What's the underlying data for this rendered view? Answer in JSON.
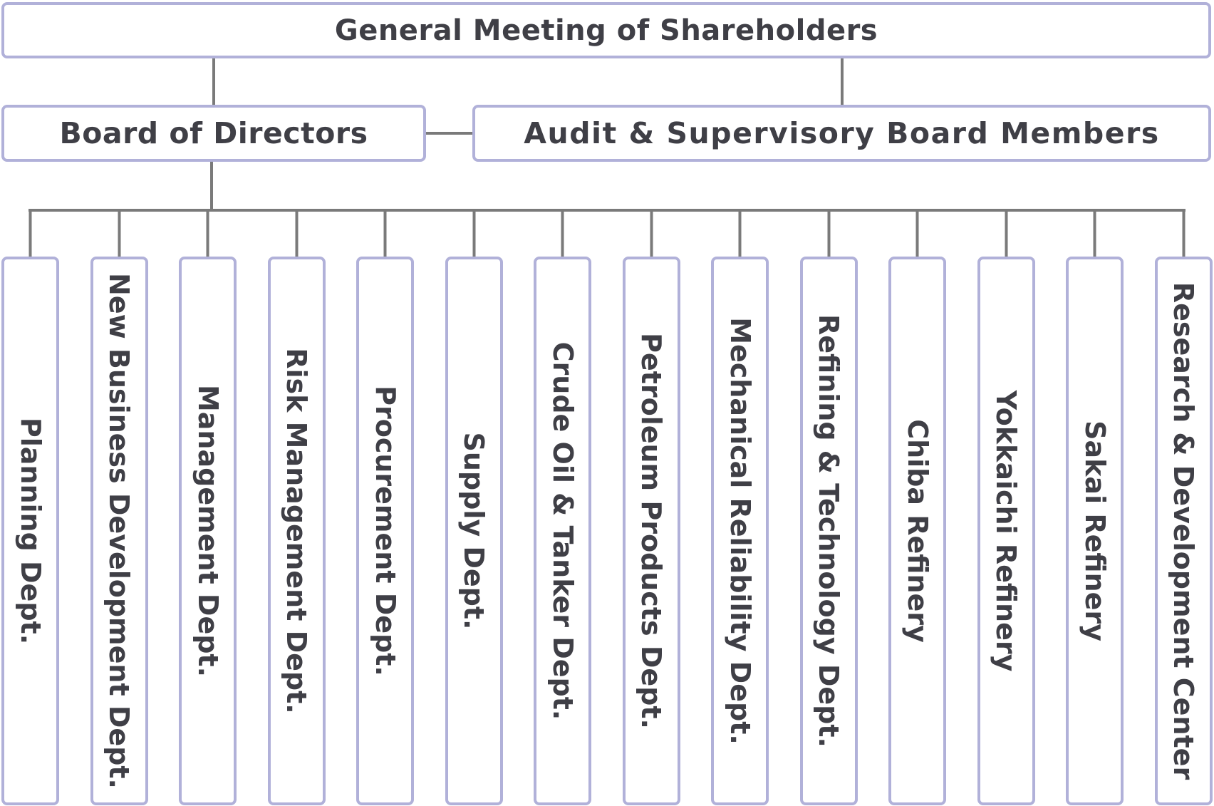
{
  "top": {
    "label": "General Meeting of Shareholders"
  },
  "board": {
    "label": "Board of Directors"
  },
  "audit": {
    "label": "Audit & Supervisory Board Members"
  },
  "departments": [
    "Planning Dept.",
    "New Business Development Dept.",
    "Management Dept.",
    "Risk Management Dept.",
    "Procurement Dept.",
    "Supply Dept.",
    "Crude Oil & Tanker Dept.",
    "Petroleum Products Dept.",
    "Mechanical Reliability Dept.",
    "Refining & Technology Dept.",
    "Chiba Refinery",
    "Yokkaichi Refinery",
    "Sakai Refinery",
    "Research & Development Center"
  ],
  "colors": {
    "border": "#b1b1d9",
    "connector": "#7a7a7a",
    "text": "#3f3f46"
  }
}
